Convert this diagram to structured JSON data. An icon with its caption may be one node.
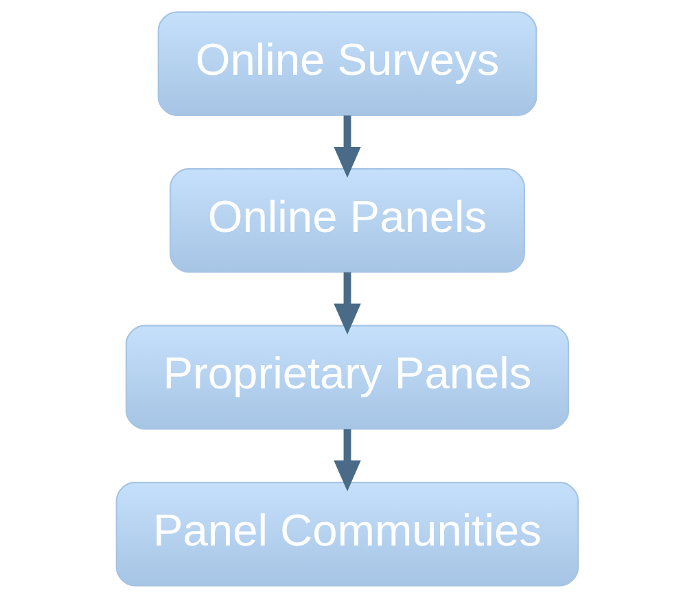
{
  "diagram": {
    "nodes": [
      {
        "text": [
          "Online Surveys"
        ]
      },
      {
        "text": [
          "Online Panels"
        ]
      },
      {
        "text": [
          "Proprietary Panels"
        ]
      },
      {
        "text": [
          "Panel Communities"
        ]
      }
    ],
    "edges": [
      {
        "from": 0,
        "to": 1,
        "arrow": "to"
      },
      {
        "from": 1,
        "to": 2,
        "arrow": "to"
      },
      {
        "from": 2,
        "to": 3,
        "arrow": "to"
      }
    ]
  }
}
